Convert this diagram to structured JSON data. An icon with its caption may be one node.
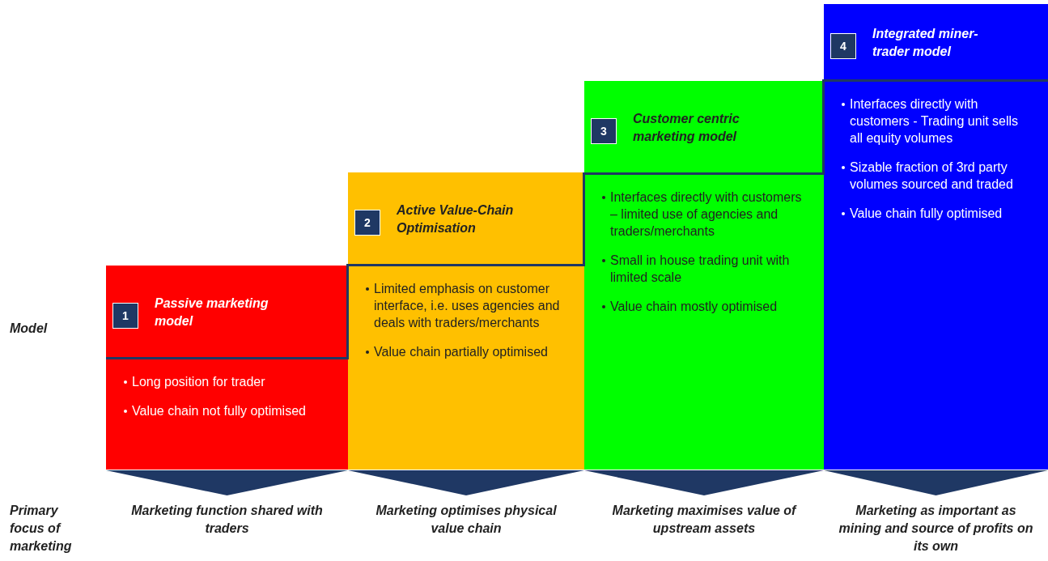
{
  "diagram": {
    "nodes": [
      {
        "text": [
          "Passive marketing model",
          "Long position for trader",
          "Value chain not fully optimised"
        ]
      },
      {
        "text": [
          "1"
        ],
        "in": 0
      },
      {
        "text": [
          "Active Value-Chain Optimisation",
          "Limited emphasis on customer interface, i.e. uses agencies and deals with traders/merchants",
          "Value chain partially optimised"
        ]
      },
      {
        "text": [
          "2"
        ],
        "in": 2
      },
      {
        "text": [
          "Customer centric marketing model",
          "Interfaces directly with customers – limited use of agencies and traders/merchants",
          "Small in house trading unit with limited scale",
          "Value chain mostly optimised"
        ]
      },
      {
        "text": [
          "3"
        ],
        "in": 4
      },
      {
        "text": [
          "Integrated miner-trader model",
          "Interfaces directly with customers - Trading unit sells all equity volumes",
          "Sizable fraction of 3rd party volumes sourced and traded",
          "Value chain fully optimised"
        ]
      },
      {
        "text": [
          "4"
        ],
        "in": 6
      },
      {
        "text": [],
        "shape": "triangle",
        "beside": [
          "Marketing function shared with traders"
        ]
      },
      {
        "text": [],
        "shape": "triangle",
        "beside": [
          "Marketing optimises physical value chain"
        ]
      },
      {
        "text": [],
        "shape": "triangle",
        "beside": [
          "Marketing maximises value of upstream assets"
        ]
      },
      {
        "text": [],
        "shape": "triangle",
        "beside": [
          "Marketing as important as mining and source of profits on its own"
        ]
      }
    ],
    "labels": [
      "Model",
      "Primary focus of marketing"
    ]
  }
}
